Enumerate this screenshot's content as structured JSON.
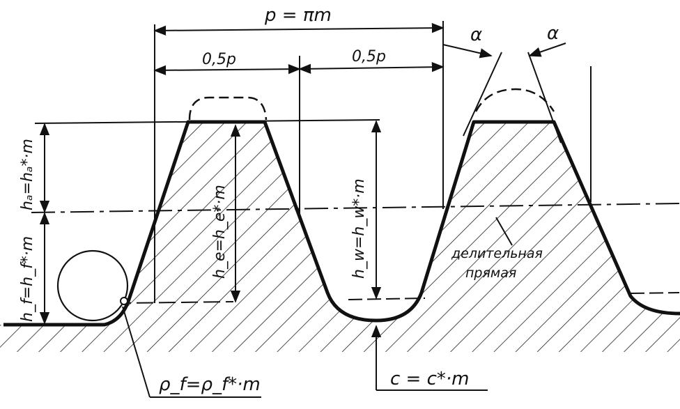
{
  "diagram": {
    "labels": {
      "pitch": "p = πm",
      "half_pitch_left": "0,5p",
      "half_pitch_right": "0,5p",
      "alpha_left": "α",
      "alpha_right": "α",
      "addendum": "hₐ=hₐ*·m",
      "dedendum": "h_f=h_f*·m",
      "working_height": "h_e=h_e*·m",
      "whole_depth": "h_w=h_w*·m",
      "pitch_line_1": "делительная",
      "pitch_line_2": "прямая",
      "fillet_radius": "ρ_f=ρ_f*·m",
      "clearance": "c = c*·m"
    },
    "colors": {
      "ink": "#111111",
      "paper": "#ffffff"
    }
  }
}
